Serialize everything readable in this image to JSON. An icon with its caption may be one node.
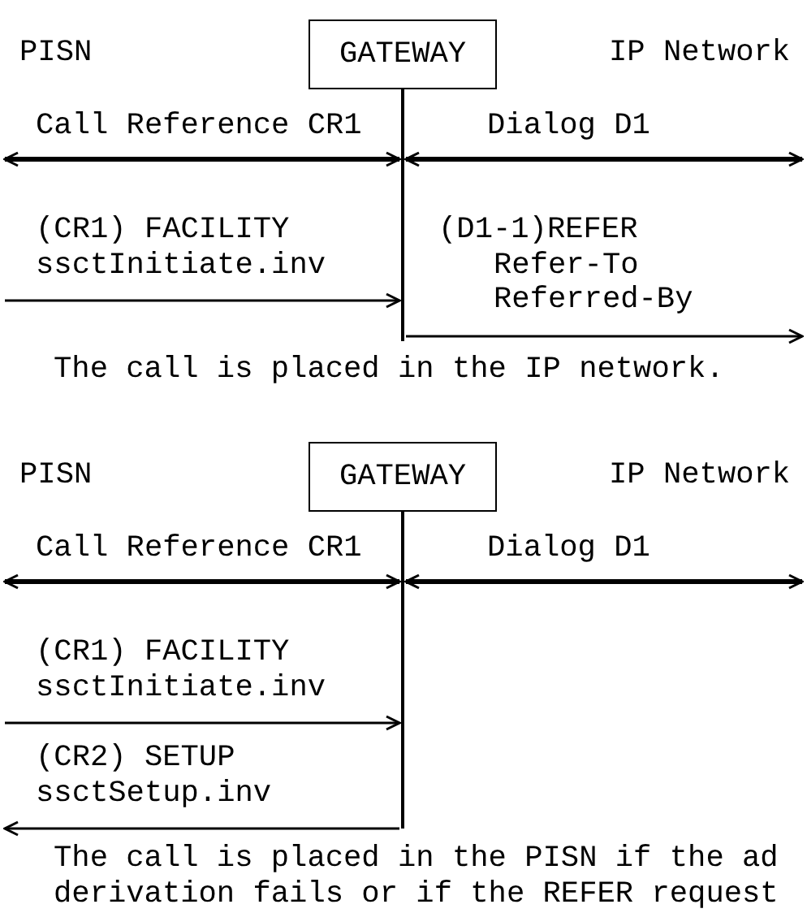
{
  "diagram": {
    "nodes": [
      {
        "text": [
          "PISN"
        ]
      },
      {
        "text": [
          "GATEWAY"
        ]
      },
      {
        "text": [
          "IP Network"
        ]
      },
      {
        "text": [
          "PISN"
        ]
      },
      {
        "text": [
          "GATEWAY"
        ]
      },
      {
        "text": [
          "IP Network"
        ]
      }
    ],
    "edges": [
      {
        "from": 0,
        "to": 1,
        "arrow": "both",
        "label": "Call Reference CR1",
        "style": "thick"
      },
      {
        "from": 1,
        "to": 2,
        "arrow": "both",
        "label": "Dialog D1",
        "style": "thick"
      },
      {
        "from": null,
        "to": 1,
        "arrow": "to",
        "label": "(CR1) FACILITY ssctInitiate.inv"
      },
      {
        "from": 1,
        "to": null,
        "arrow": "to",
        "label": "(D1-1)REFER Refer-To Referred-By"
      },
      {
        "from": 3,
        "to": 4,
        "arrow": "both",
        "label": "Call Reference CR1",
        "style": "thick"
      },
      {
        "from": 4,
        "to": 5,
        "arrow": "both",
        "label": "Dialog D1",
        "style": "thick"
      },
      {
        "from": null,
        "to": 4,
        "arrow": "to",
        "label": "(CR1) FACILITY ssctInitiate.inv"
      },
      {
        "from": 4,
        "to": null,
        "arrow": "to",
        "label": "(CR2) SETUP ssctSetup.inv"
      }
    ],
    "labels": [
      "The call is placed in the IP network.",
      "The call is placed in the PISN if the ad derivation fails or if the REFER request"
    ]
  }
}
